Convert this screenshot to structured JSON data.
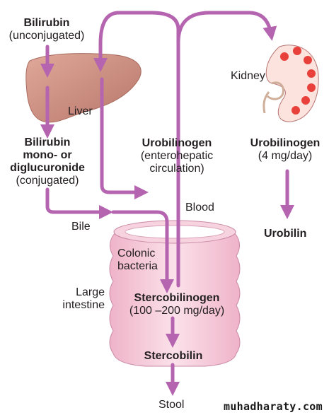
{
  "labels": {
    "bilirubin_unconj_title": "Bilirubin",
    "bilirubin_unconj_sub": "(unconjugated)",
    "liver": "Liver",
    "bilirubin_conj_line1": "Bilirubin",
    "bilirubin_conj_line2": "mono- or",
    "bilirubin_conj_line3": "diglucuronide",
    "bilirubin_conj_sub": "(conjugated)",
    "urobilinogen_ehc_title": "Urobilinogen",
    "urobilinogen_ehc_line2": "(enterohepatic",
    "urobilinogen_ehc_line3": "circulation)",
    "kidney": "Kidney",
    "urobilinogen_kidney_title": "Urobilinogen",
    "urobilinogen_kidney_sub": "(4 mg/day)",
    "urobilin": "Urobilin",
    "blood": "Blood",
    "bile": "Bile",
    "colonic_line1": "Colonic",
    "colonic_line2": "bacteria",
    "large_line1": "Large",
    "large_line2": "intestine",
    "stercobilinogen_title": "Stercobilinogen",
    "stercobilinogen_sub": "(100 –200 mg/day)",
    "stercobilin": "Stercobilin",
    "stool": "Stool"
  },
  "watermark": "muhadharaty.com",
  "colors": {
    "arrow": "#b565b0",
    "liver": "#c98e7f",
    "intestine": "#f4c8d6",
    "kidney_red": "#e8413c"
  }
}
